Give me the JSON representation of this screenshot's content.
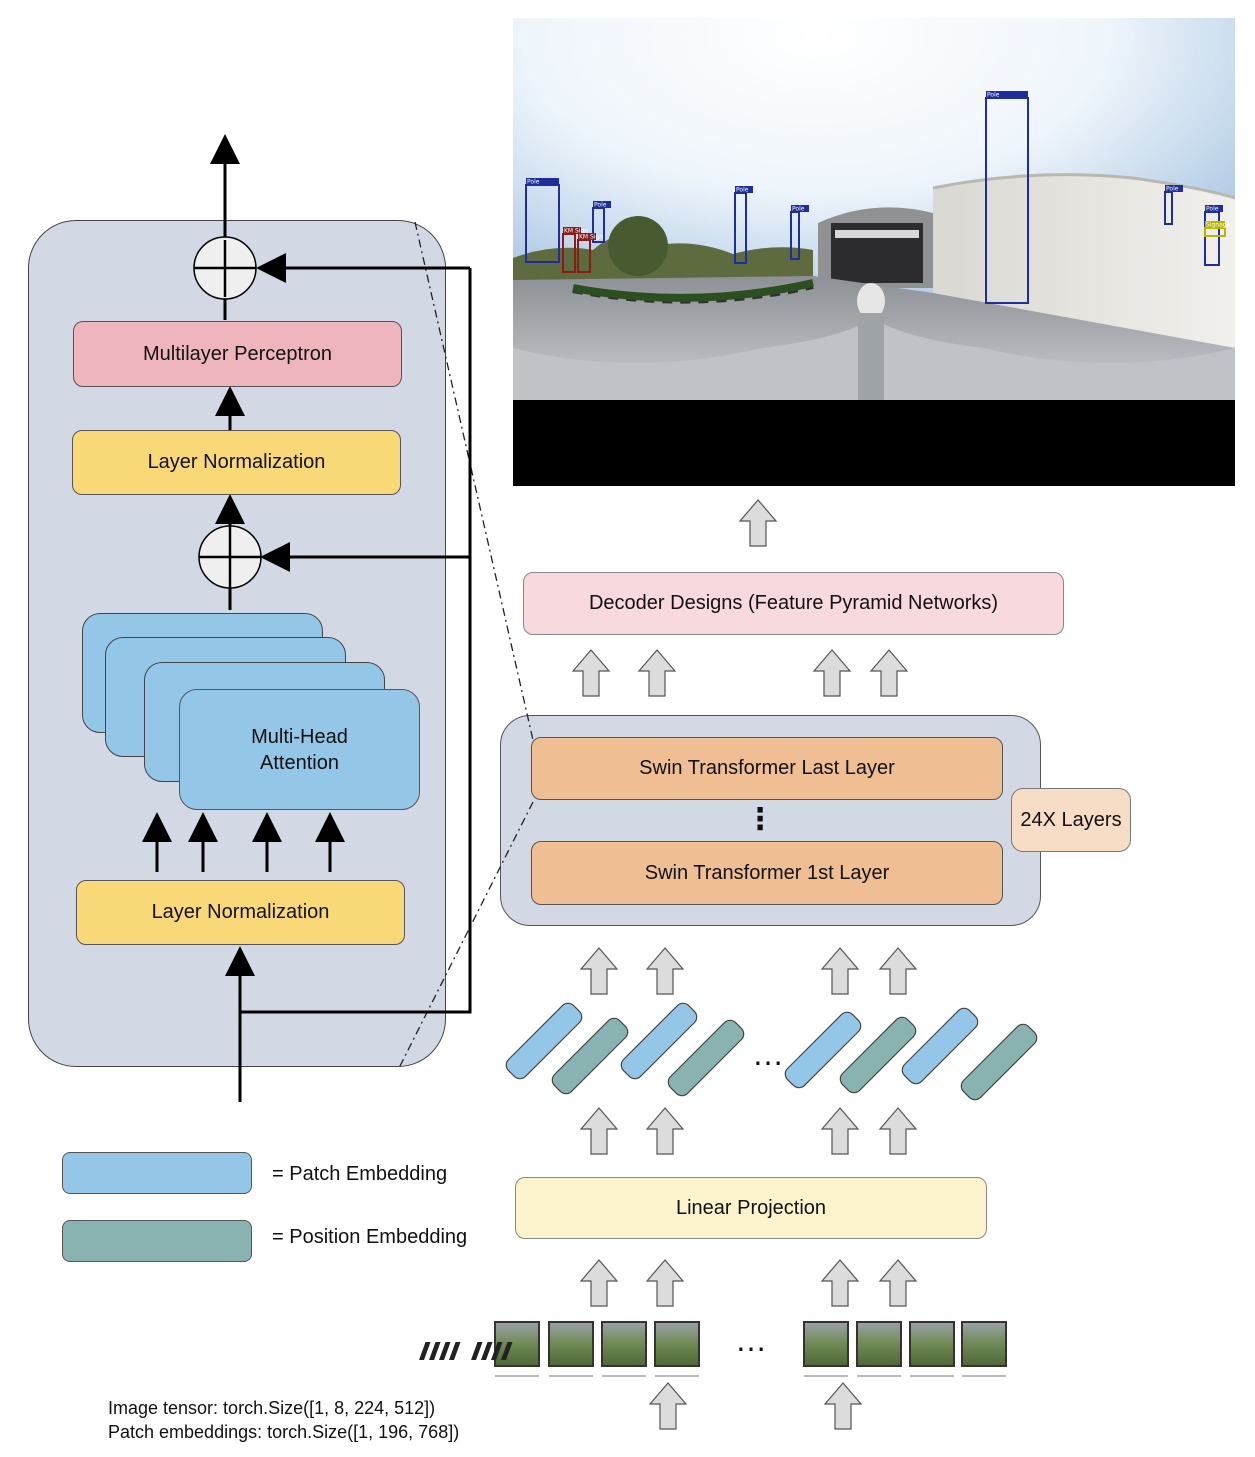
{
  "encoder_block": {
    "mlp_label": "Multilayer Perceptron",
    "norm_top_label": "Layer Normalization",
    "attention_label": "Multi-Head Attention",
    "norm_bottom_label": "Layer Normalization"
  },
  "pipeline": {
    "decoder_label": "Decoder Designs (Feature Pyramid Networks)",
    "swin_last_label": "Swin Transformer Last Layer",
    "swin_dots": "⋮",
    "swin_first_label": "Swin Transformer 1st Layer",
    "layers_badge": "24X Layers",
    "linear_projection_label": "Linear Projection",
    "embedding_ellipsis": "…",
    "patch_ellipsis": "…"
  },
  "detections": [
    {
      "label": "Pole"
    },
    {
      "label": "Pole"
    },
    {
      "label": "Pole"
    },
    {
      "label": "Pole"
    },
    {
      "label": "Pole"
    },
    {
      "label": "Pole"
    },
    {
      "label": "Pole"
    },
    {
      "label": "KM Sign"
    },
    {
      "label": "KM Sign"
    },
    {
      "label": "Signage"
    }
  ],
  "legend": {
    "patch_label": "= Patch Embedding",
    "position_label": "= Position Embedding"
  },
  "tensor_info": {
    "image_tensor": "Image tensor: torch.Size([1, 8, 224, 512])",
    "patch_embeddings": "Patch embeddings: torch.Size([1, 196, 768])"
  },
  "colors": {
    "panel": "#d3d9e4",
    "mlp": "#efb5bd",
    "norm": "#f9d877",
    "attention": "#94c6e8",
    "decoder": "#f7d9de",
    "swin": "#efbf93",
    "badge": "#f7dcc6",
    "linear": "#fdf3cc",
    "patch_embed": "#94c6e8",
    "position_embed": "#88b3b1",
    "up_arrow": "#dcdcdc"
  }
}
